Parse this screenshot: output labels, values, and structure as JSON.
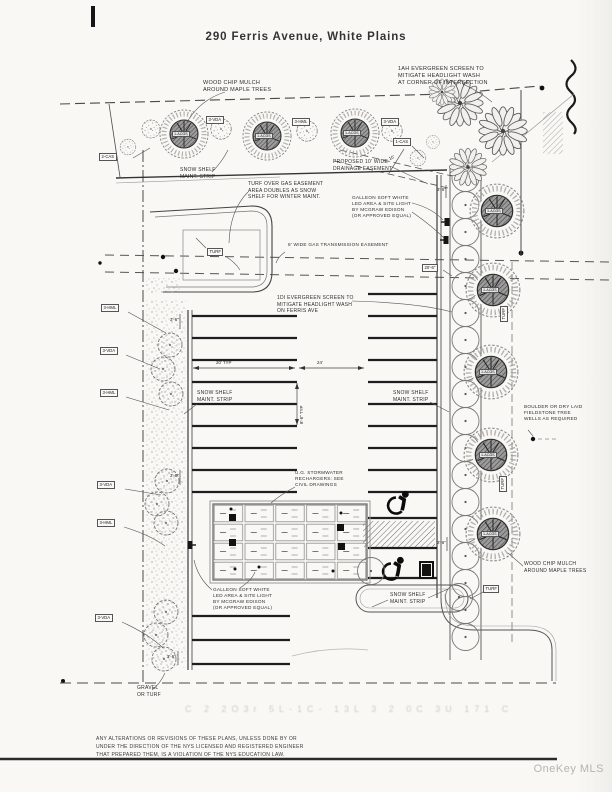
{
  "page": {
    "title": "290 Ferris Avenue, White Plains",
    "watermark": "OneKey MLS",
    "disclaimer": "ANY ALTERATIONS OR REVISIONS OF THESE PLANS, UNLESS DONE BY OR\nUNDER THE DIRECTION OF THE NYS LICENSED AND REGISTERED ENGINEER\nTHAT PREPARED THEM, IS A VIOLATION OF THE NYS EDUCATION LAW.",
    "ghost_text": "C 2 2O3r 5L-1C- 13L 3 2 0C 3U 171 C"
  },
  "plan": {
    "annotations": {
      "wood_chip_mulch": "WOOD CHIP MULCH\nAROUND MAPLE TREES",
      "evergreen_corner": "1AH EVERGREEN SCREEN TO\nMITIGATE HEADLIGHT WASH\nAT CORNER OF INTERSECTION",
      "snow_shelf": "SNOW SHELF\nMAINT. STRIP",
      "drainage_easement": "PROPOSED 10' WIDE\nDRAINAGE EASEMENT",
      "turf_gas_easement": "TURF OVER GAS EASEMENT\nAREA DOUBLES AS SNOW\nSHELF FOR WINTER MAINT.",
      "galleon_light": "GALLEON SOFT WHITE\nLED AREA & SITE LIGHT\nBY MCGRAW EDISON\n(OR APPROVED EQUAL)",
      "gas_transmission": "8' WIDE GAS TRANSMISSION EASEMENT",
      "evergreen_ferris": "1DI EVERGREEN SCREEN TO\nMITIGATE HEADLIGHT WASH\nON FERRIS AVE",
      "boulder_wells": "BOULDER OR DRY LAID\nFIELDSTONE TREE\nWELLS AS REQUIRED",
      "stormwater": "U.G. STORMWATER\nRECHARGERS: SEE\nCIVIL DRAWINGS",
      "gravel_or_turf": "GRAVEL\nOR TURF"
    },
    "tags": {
      "vda": "3-VDA",
      "hml": "3-HML",
      "cas1": "1-CAS",
      "cas2": "2-CAS",
      "turf": "TURF",
      "maple": "1-ACGS",
      "d206": "20'-6\""
    },
    "dims": {
      "d20": "20' TYP",
      "d24": "24'",
      "d86": "8'-6\" TYP",
      "d36": "3'-6\"",
      "d10": "10'"
    }
  }
}
